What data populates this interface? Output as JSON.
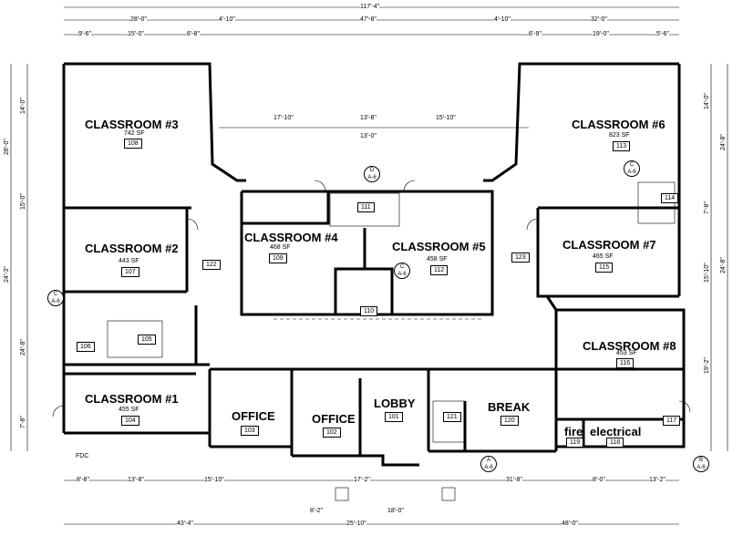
{
  "rooms": [
    {
      "name": "CLASSROOM #3",
      "area": "742 SF",
      "number": "108"
    },
    {
      "name": "CLASSROOM #6",
      "area": "823 SF",
      "number": "113"
    },
    {
      "name": "CLASSROOM #2",
      "area": "443 SF",
      "number": "107"
    },
    {
      "name": "CLASSROOM #4",
      "area": "468 SF",
      "number": "109"
    },
    {
      "name": "CLASSROOM #5",
      "area": "458 SF",
      "number": "112"
    },
    {
      "name": "CLASSROOM #7",
      "area": "465 SF",
      "number": "115"
    },
    {
      "name": "CLASSROOM #8",
      "area": "453 SF",
      "number": "116"
    },
    {
      "name": "CLASSROOM #1",
      "area": "455 SF",
      "number": "104"
    },
    {
      "name": "OFFICE",
      "number": "103"
    },
    {
      "name": "OFFICE",
      "number": "102"
    },
    {
      "name": "LOBBY",
      "number": "101"
    },
    {
      "name": "BREAK",
      "number": "120"
    },
    {
      "name": "fire",
      "number": "119"
    },
    {
      "name": "electrical",
      "number": "118"
    }
  ],
  "small_rooms": [
    "111",
    "110",
    "122",
    "123",
    "105",
    "106",
    "121",
    "117",
    "114"
  ],
  "section_tags": [
    {
      "letter": "C",
      "sheet": "A-6"
    },
    {
      "letter": "D",
      "sheet": "A-6"
    },
    {
      "letter": "C",
      "sheet": "A-6"
    },
    {
      "letter": "A",
      "sheet": "A-6"
    },
    {
      "letter": "B",
      "sheet": "A-6"
    },
    {
      "letter": "C",
      "sheet": "A-6"
    }
  ],
  "dims_top": [
    "117'-4\"",
    "28'-0\"",
    "4'-10\"",
    "47'-8\"",
    "4'-10\"",
    "32'-0\"",
    "9'-6\"",
    "15'-0\"",
    "6'-8\"",
    "6'-9\"",
    "19'-0\"",
    "5'-6\"",
    "17'-10\"",
    "13'-8\"",
    "15'-10\"",
    "13'-0\""
  ],
  "dims_bottom": [
    "43'-4\"",
    "48'-0\"",
    "25'-10\"",
    "8'-8\"",
    "13'-8\"",
    "15'-10\"",
    "17'-2\"",
    "31'-8\"",
    "8'-0\"",
    "13'-2\"",
    "8'-2\"",
    "18'-0\""
  ],
  "dims_left": [
    "28'-0\"",
    "24'-3\"",
    "15'-0\"",
    "14'-0\"",
    "24'-8\"",
    "7'-8\""
  ],
  "dims_right": [
    "24'-8\"",
    "24'-8\"",
    "14'-0\"",
    "7'-8\"",
    "15'-10\"",
    "19'-2\""
  ],
  "misc": {
    "fdc": "FDC"
  }
}
